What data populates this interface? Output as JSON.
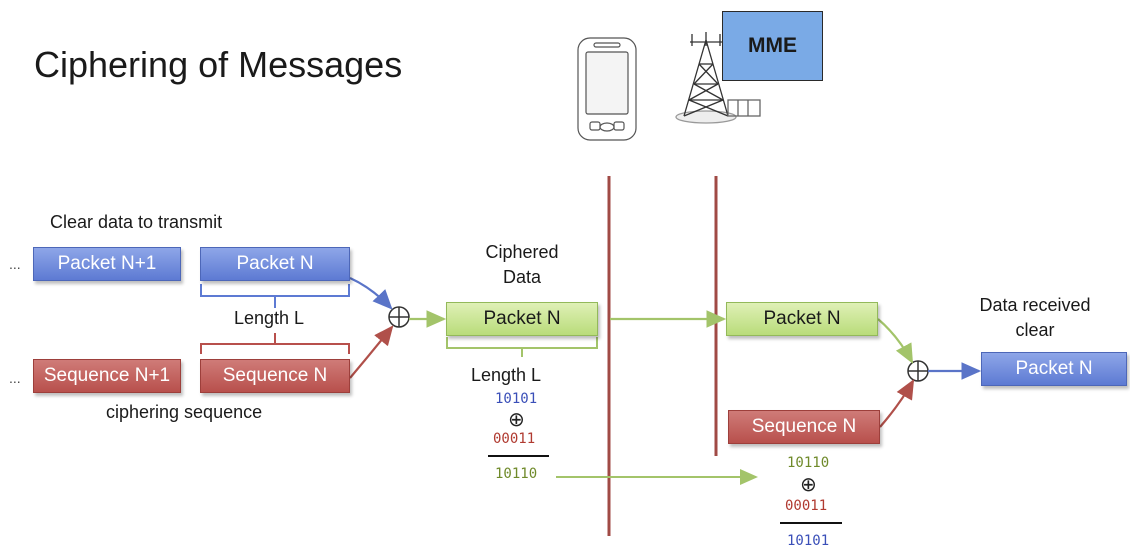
{
  "title": "Ciphering of Messages",
  "mme_label": "MME",
  "sender": {
    "clear_data_label": "Clear data to transmit",
    "ciphering_sequence_label": "ciphering sequence",
    "packet_prev": "Packet N+1",
    "packet": "Packet N",
    "sequence_prev": "Sequence N+1",
    "sequence": "Sequence N",
    "length_label": "Length L",
    "ellipsis": "..."
  },
  "channel": {
    "ciphered_data_label": "Ciphered\nData",
    "packet": "Packet N",
    "length_label": "Length L",
    "bits_data": "10101",
    "xor_symbol": "⊕",
    "bits_key": "00011",
    "bits_result": "10110"
  },
  "receiver": {
    "packet": "Packet N",
    "sequence": "Sequence N",
    "received_label": "Data received\nclear",
    "output_packet": "Packet N",
    "bits_ciphered": "10110",
    "xor_symbol": "⊕",
    "bits_key": "00011",
    "bits_result": "10101"
  },
  "colors": {
    "blue_box": "#6f8ce0",
    "red_box": "#c0605c",
    "green_box": "#c8e596",
    "mme_box": "#7aaae6",
    "divider": "#a04a45",
    "bits_blue": "#3a4fb8",
    "bits_red": "#b03a30",
    "bits_green": "#6f8a2a"
  }
}
